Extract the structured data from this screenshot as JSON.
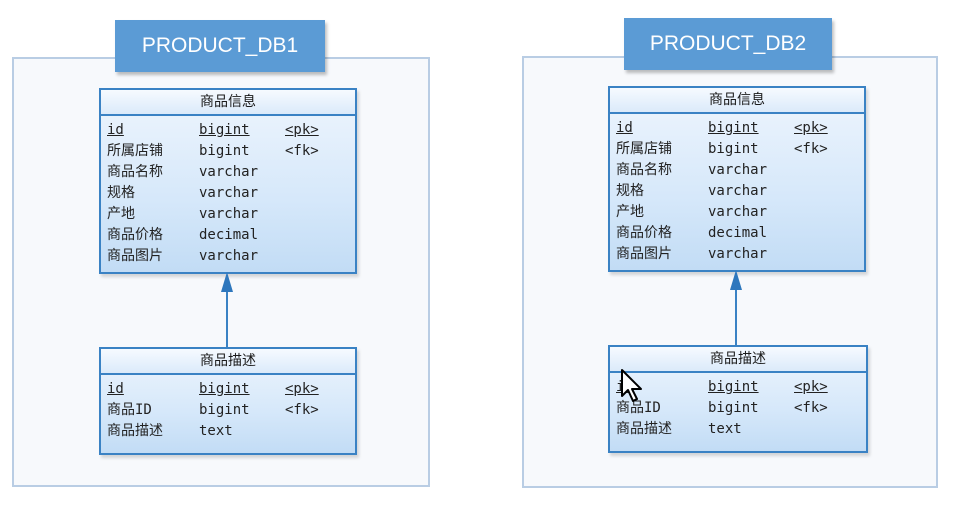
{
  "colors": {
    "title_bg": "#5b9bd5",
    "entity_border": "#3a82c4",
    "line": "#3a82c4"
  },
  "databases": [
    {
      "title": "PRODUCT_DB1",
      "info_table": {
        "name": "商品信息",
        "fields": [
          {
            "name": "id",
            "type": "bigint",
            "key": "<pk>"
          },
          {
            "name": "所属店铺",
            "type": "bigint",
            "key": "<fk>"
          },
          {
            "name": "商品名称",
            "type": "varchar",
            "key": ""
          },
          {
            "name": "规格",
            "type": "varchar",
            "key": ""
          },
          {
            "name": "产地",
            "type": "varchar",
            "key": ""
          },
          {
            "name": "商品价格",
            "type": "decimal",
            "key": ""
          },
          {
            "name": "商品图片",
            "type": "varchar",
            "key": ""
          }
        ]
      },
      "desc_table": {
        "name": "商品描述",
        "fields": [
          {
            "name": "id",
            "type": "bigint",
            "key": "<pk>"
          },
          {
            "name": "商品ID",
            "type": "bigint",
            "key": "<fk>"
          },
          {
            "name": "商品描述",
            "type": "text",
            "key": ""
          }
        ]
      }
    },
    {
      "title": "PRODUCT_DB2",
      "info_table": {
        "name": "商品信息",
        "fields": [
          {
            "name": "id",
            "type": "bigint",
            "key": "<pk>"
          },
          {
            "name": "所属店铺",
            "type": "bigint",
            "key": "<fk>"
          },
          {
            "name": "商品名称",
            "type": "varchar",
            "key": ""
          },
          {
            "name": "规格",
            "type": "varchar",
            "key": ""
          },
          {
            "name": "产地",
            "type": "varchar",
            "key": ""
          },
          {
            "name": "商品价格",
            "type": "decimal",
            "key": ""
          },
          {
            "name": "商品图片",
            "type": "varchar",
            "key": ""
          }
        ]
      },
      "desc_table": {
        "name": "商品描述",
        "fields": [
          {
            "name": "id",
            "type": "bigint",
            "key": "<pk>"
          },
          {
            "name": "商品ID",
            "type": "bigint",
            "key": "<fk>"
          },
          {
            "name": "商品描述",
            "type": "text",
            "key": ""
          }
        ]
      }
    }
  ]
}
